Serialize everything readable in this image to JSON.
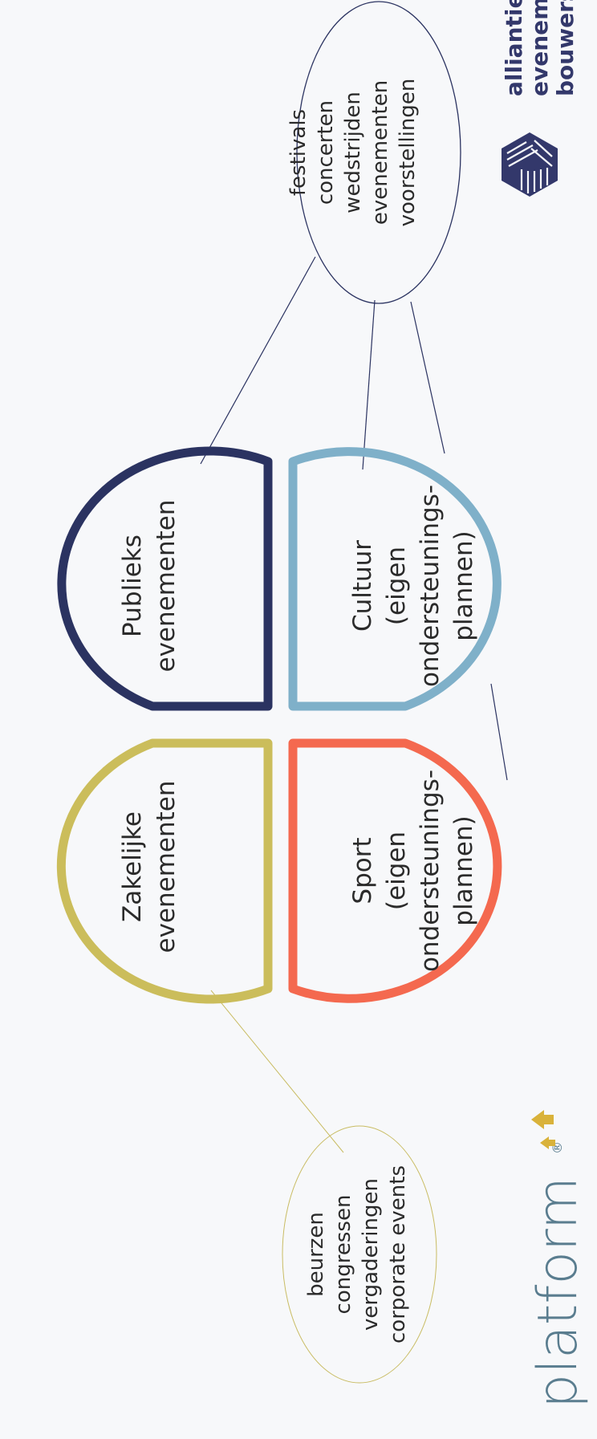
{
  "colors": {
    "background": "#f7f8fa",
    "publieks": "#2b3361",
    "cultuur": "#7fb0c9",
    "sport": "#f4694f",
    "zakelijke": "#cbbd5b",
    "text": "#2b2b2b",
    "connector_business": "#c9bc63",
    "connector_public": "#2b3361",
    "brand_platform": "#5a7d8f",
    "brand_arrow": "#d9b23a",
    "brand_alliantie": "#33386b"
  },
  "shapes": {
    "publieks": {
      "line1": "Publieks",
      "line2": "evenementen"
    },
    "cultuur": {
      "line1": "Cultuur",
      "line2": "(eigen",
      "line3": "ondersteunings-",
      "line4": "plannen)"
    },
    "zakelijke": {
      "line1": "Zakelijke",
      "line2": "evenementen"
    },
    "sport": {
      "line1": "Sport",
      "line2": "(eigen",
      "line3": "ondersteunings-",
      "line4": "plannen)"
    }
  },
  "bubbles": {
    "public_types": [
      "festivals",
      "concerten",
      "wedstrijden",
      "evenementen",
      "voorstellingen"
    ],
    "business_types": [
      "beurzen",
      "congressen",
      "vergaderingen",
      "corporate events"
    ]
  },
  "logos": {
    "platform": {
      "text": "platform",
      "mark": "®",
      "icon": "arrow-up-icon"
    },
    "alliantie": {
      "lines": [
        "alliantie",
        "evenemen",
        "bouwers"
      ],
      "icon": "hexagon-cube-icon"
    }
  }
}
